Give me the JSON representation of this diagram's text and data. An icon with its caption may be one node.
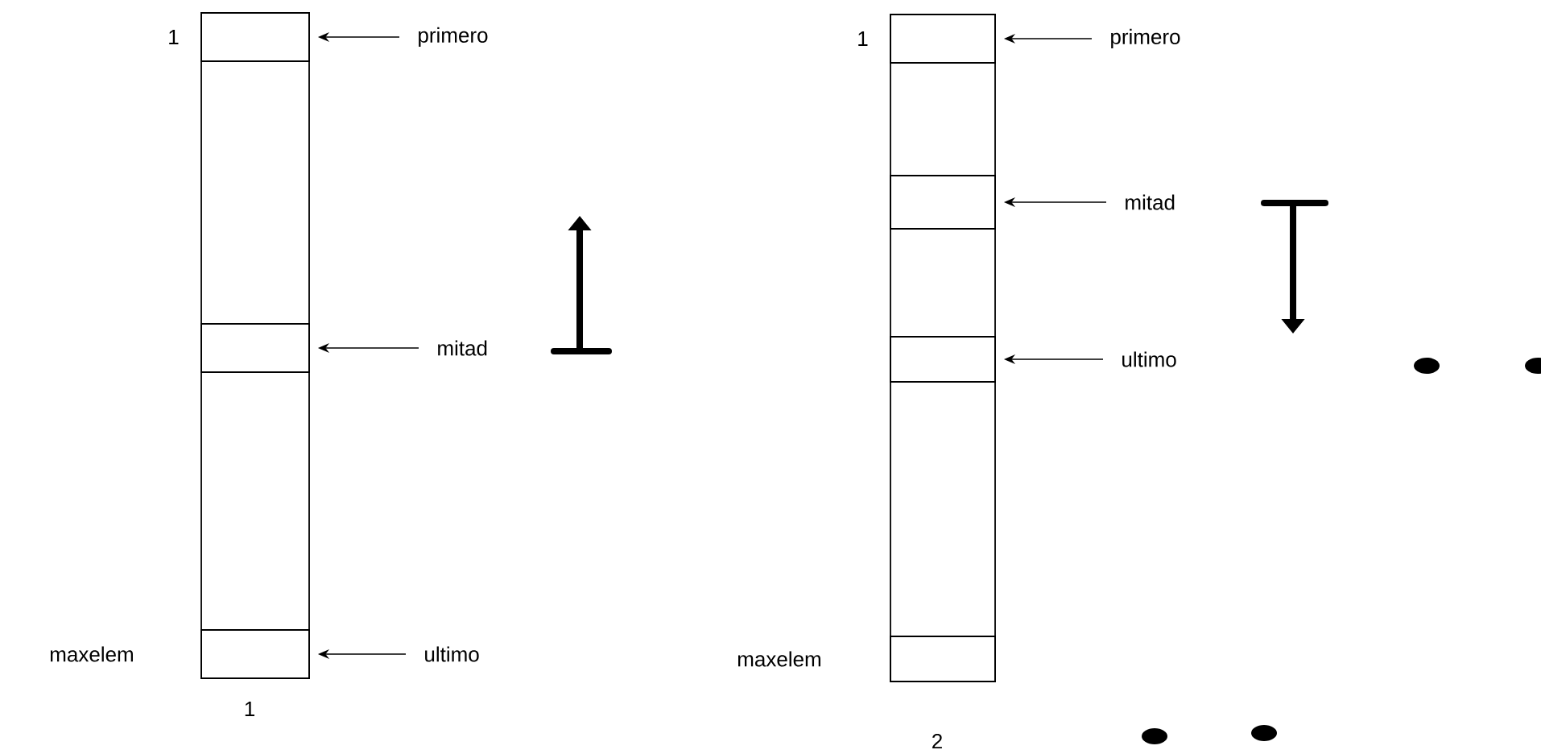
{
  "diagram": {
    "nodes": [
      {
        "text": [],
        "shape": "box"
      },
      {
        "text": [],
        "shape": "box",
        "in": 0,
        "beside": [
          "1"
        ]
      },
      {
        "text": [],
        "shape": "box",
        "in": 0
      },
      {
        "text": [],
        "shape": "box",
        "in": 0,
        "beside": [
          "maxelem"
        ]
      },
      {
        "text": [
          "primero"
        ]
      },
      {
        "text": [
          "mitad"
        ]
      },
      {
        "text": [
          "ultimo"
        ]
      },
      {
        "text": [],
        "shape": "box"
      },
      {
        "text": [],
        "shape": "box",
        "in": 7,
        "beside": [
          "1"
        ]
      },
      {
        "text": [],
        "shape": "box",
        "in": 7
      },
      {
        "text": [],
        "shape": "box",
        "in": 7
      },
      {
        "text": [],
        "shape": "box",
        "in": 7,
        "beside": [
          "maxelem"
        ]
      },
      {
        "text": [
          "primero"
        ]
      },
      {
        "text": [
          "mitad"
        ]
      },
      {
        "text": [
          "ultimo"
        ]
      }
    ],
    "edges": [
      {
        "from": 4,
        "to": 1,
        "arrow": "to"
      },
      {
        "from": 5,
        "to": 2,
        "arrow": "to"
      },
      {
        "from": 6,
        "to": 3,
        "arrow": "to"
      },
      {
        "from": 12,
        "to": 8,
        "arrow": "to"
      },
      {
        "from": 13,
        "to": 9,
        "arrow": "to"
      },
      {
        "from": 14,
        "to": 10,
        "arrow": "to"
      }
    ],
    "labels": [
      "1",
      "2"
    ]
  }
}
